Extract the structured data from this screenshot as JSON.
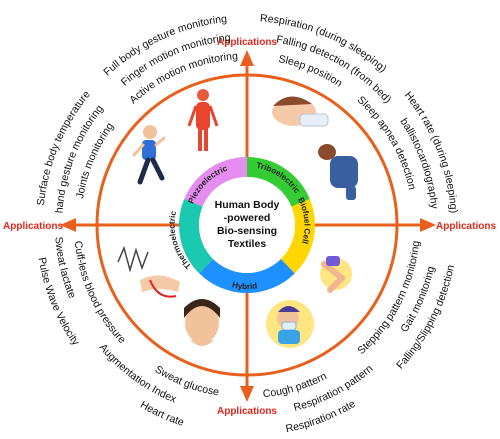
{
  "center": {
    "line1": "Human Body",
    "line2": "-powered",
    "line3": "Bio-sensing",
    "line4": "Textiles"
  },
  "segments": {
    "piezoelectric": "Piezoelectric",
    "triboelectric": "Triboelectric",
    "biofuel_cell": "Biofuel Cell",
    "hybrid": "Hybrid",
    "thermoelectric": "Thermoelectric"
  },
  "applications": {
    "top": "Applications",
    "left": "Applications",
    "right": "Applications",
    "bottom": "Applications"
  },
  "top_left_labels": {
    "l1": "Surface body temperature",
    "l2": "Full body gesture monitoring",
    "l3": "hand gesture monitoring",
    "l4": "Finger motion monitoring",
    "l5": "Joints monitoring",
    "l6": "Active motion monitoring"
  },
  "top_right_labels": {
    "l1": "Respiration (during sleeping)",
    "l2": "Heart rate (during sleeping)",
    "l3": "Falling detection (from bed)",
    "l4": "ballistocardiography",
    "l5": "Sleep position",
    "l6": "Sleep apnea detection"
  },
  "bottom_left_labels": {
    "l1": "Pulse Wave Velocity",
    "l2": "Sweat lactate",
    "l3": "Heart rate",
    "l4": "Cuff-less blood pressure",
    "l5": "Augmentation Index",
    "l6": "Sweat glucose"
  },
  "bottom_right_labels": {
    "l1": "Falling/Slipping detection",
    "l2": "Respiration rate",
    "l3": "Gait monitoring",
    "l4": "Respiration pattern",
    "l5": "Stepping pattern monitoring",
    "l6": "Cough pattern"
  },
  "colors": {
    "arrow": "#e8601c",
    "application_text": "#e0281c",
    "outer_ring": "#e8601c",
    "piezoelectric": "#e58cf0",
    "triboelectric": "#33cc33",
    "biofuel_cell": "#ffd600",
    "hybrid": "#1e90ff",
    "thermoelectric": "#1ac9b0"
  }
}
